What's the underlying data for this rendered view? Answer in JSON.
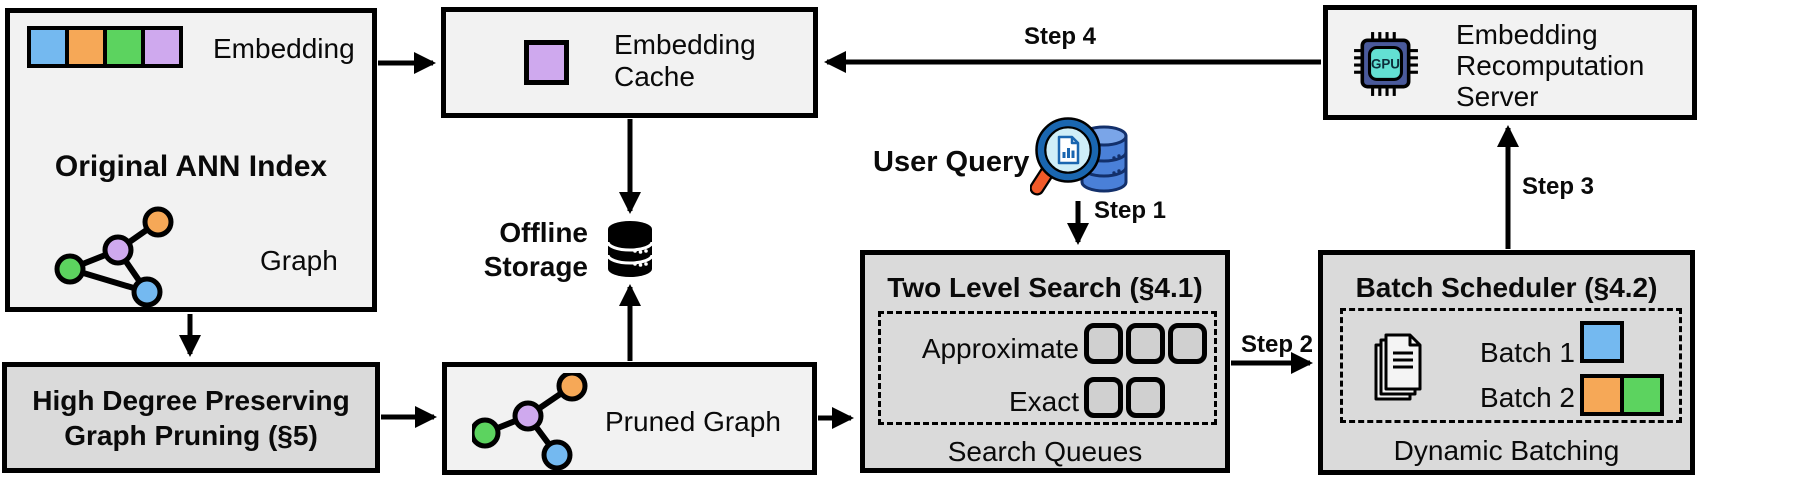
{
  "colors": {
    "node_blue": "#74b9f0",
    "node_orange": "#f6a857",
    "node_green": "#5cd35f",
    "node_purple": "#cfa9ee",
    "box_light": "#f2f2f2",
    "box_gray": "#dadada",
    "queue_fill": "#d0d0d0",
    "gpu_body": "#4a5a9b",
    "gpu_screen": "#63e0d3",
    "query_ring": "#1a66b0",
    "query_lens": "#cfeef8",
    "query_handle": "#f25a29",
    "query_db": "#4a80d8",
    "query_db_light": "#7aa5e8",
    "query_db_dark": "#13306b",
    "page_fill": "#f4f4f4",
    "ink": "#000000"
  },
  "icons": {
    "embedding_vector": "four-color-embedding-strip",
    "cached_embedding": "purple-square",
    "graph": "colored-node-graph",
    "offline_storage": "database-cylinder",
    "user_query": "magnifier-over-database",
    "gpu": "gpu-chip",
    "documents": "stacked-documents",
    "queue_slot": "rounded-square-slot"
  },
  "ann_index": {
    "embedding_label": "Embedding",
    "title": "Original ANN Index",
    "graph_label": "Graph"
  },
  "embedding_cache": {
    "line1": "Embedding",
    "line2": "Cache"
  },
  "recomputation_server": {
    "line1": "Embedding",
    "line2": "Recomputation",
    "line3": "Server",
    "gpu_text": "GPU"
  },
  "offline_storage": {
    "line1": "Offline",
    "line2": "Storage"
  },
  "user_query": {
    "label": "User Query"
  },
  "high_degree_pruning": {
    "line1": "High Degree Preserving",
    "line2": "Graph Pruning (§5)"
  },
  "pruned_graph": {
    "label": "Pruned Graph"
  },
  "two_level_search": {
    "title": "Two Level Search (§4.1)",
    "approximate_label": "Approximate",
    "exact_label": "Exact",
    "caption": "Search Queues"
  },
  "batch_scheduler": {
    "title": "Batch Scheduler (§4.2)",
    "batch1_label": "Batch 1",
    "batch2_label": "Batch 2",
    "caption": "Dynamic Batching"
  },
  "steps": {
    "step1": "Step 1",
    "step2": "Step 2",
    "step3": "Step 3",
    "step4": "Step 4"
  }
}
